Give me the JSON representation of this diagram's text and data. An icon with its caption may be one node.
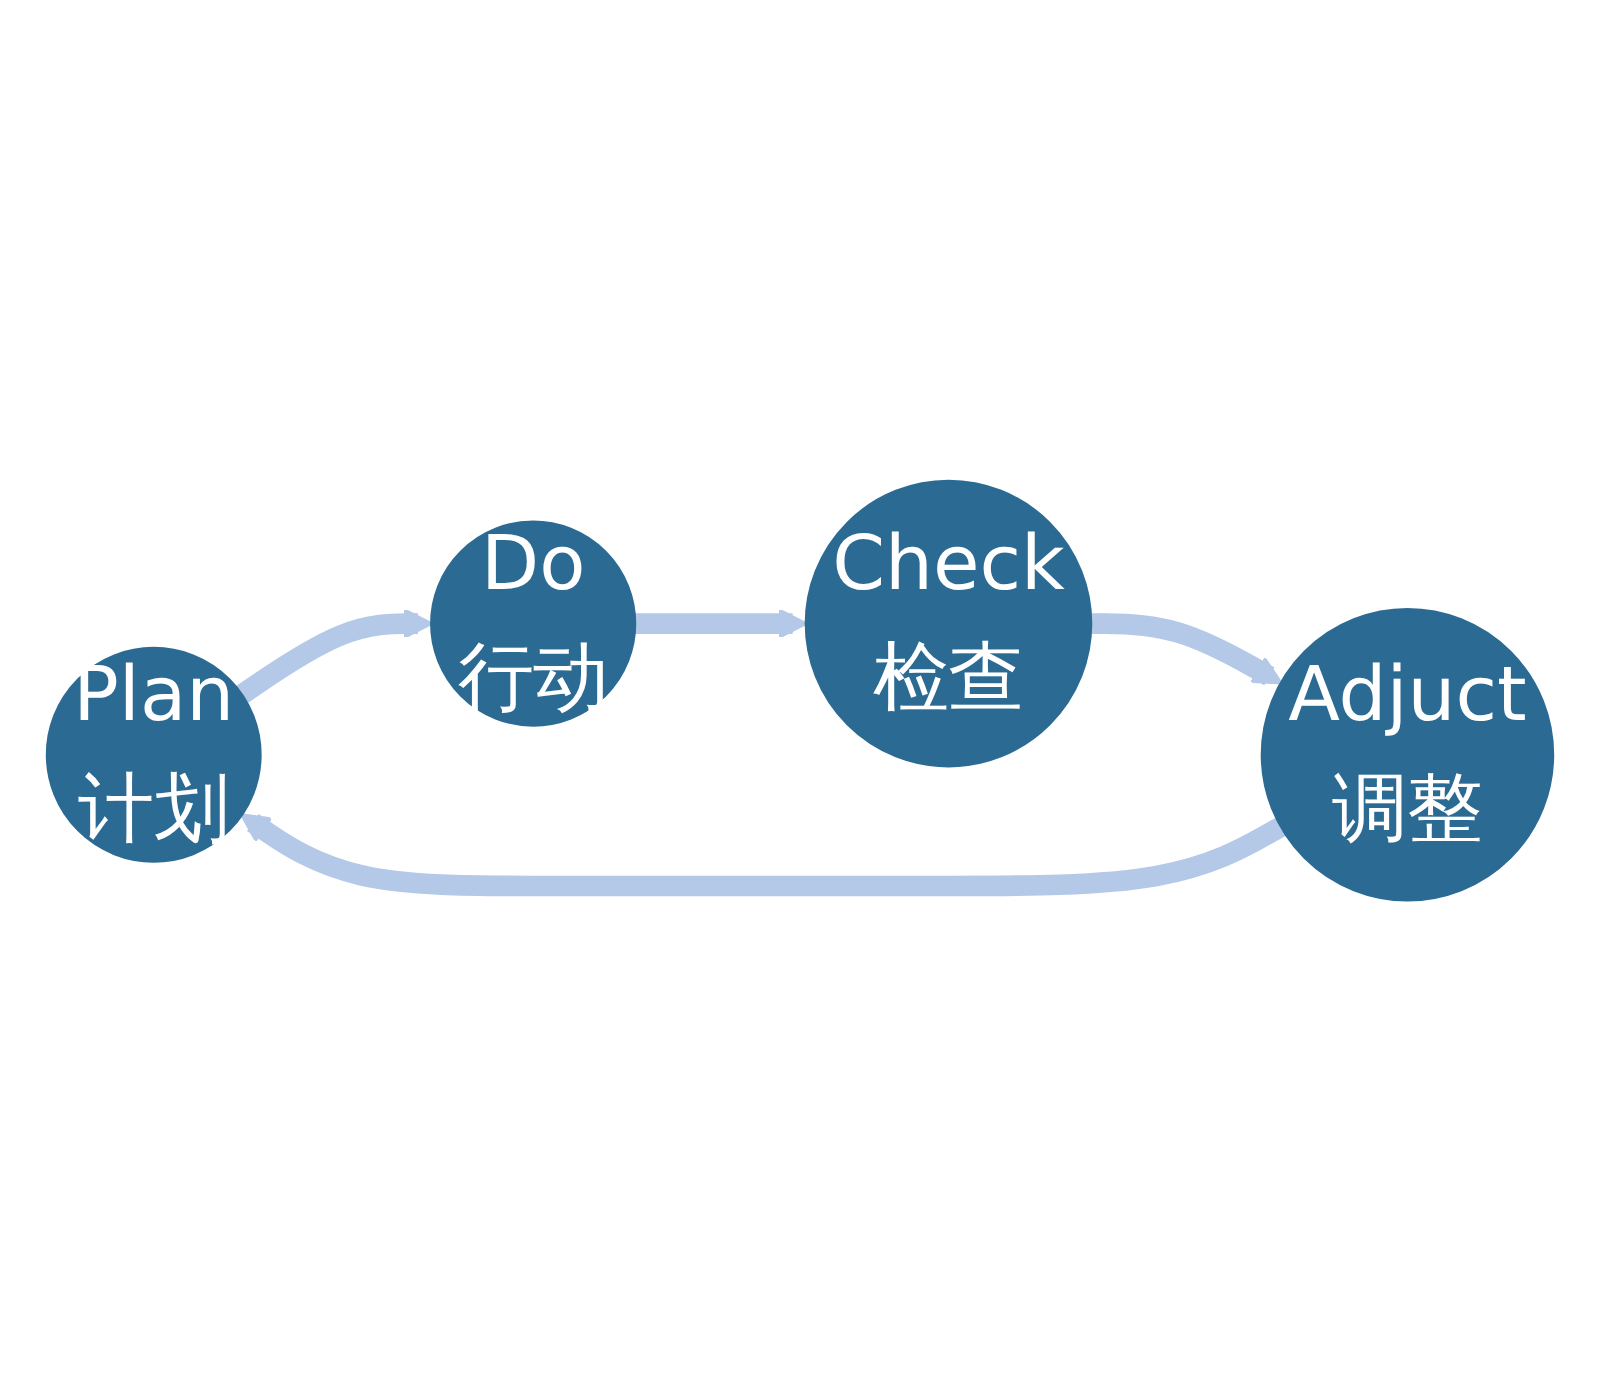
{
  "diagram": {
    "nodes": [
      {
        "text": [
          "Plan",
          "计划"
        ]
      },
      {
        "text": [
          "Do",
          "行动"
        ]
      },
      {
        "text": [
          "Check",
          "检查"
        ]
      },
      {
        "text": [
          "Adjuct",
          "调整"
        ]
      }
    ],
    "edges": [
      {
        "from": 0,
        "to": 1,
        "arrow": "to"
      },
      {
        "from": 1,
        "to": 2,
        "arrow": "to"
      },
      {
        "from": 2,
        "to": 3,
        "arrow": "to"
      },
      {
        "from": 3,
        "to": 0,
        "arrow": "to"
      }
    ]
  }
}
